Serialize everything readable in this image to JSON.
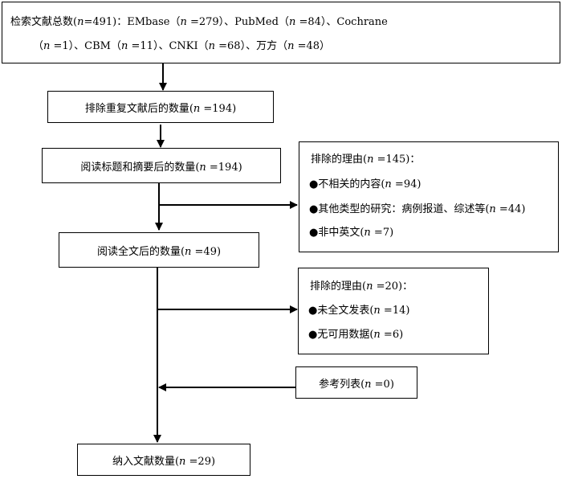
{
  "boxes": {
    "search": {
      "line1": "检索文献总数(n=491)：EMbase（n =279）、PubMed（n =84）、Cochrane",
      "line2": "（n =1）、CBM（n =11）、CNKI（n =68）、万方（n =48）"
    },
    "dedup": "排除重复文献后的数量(n =194)",
    "title_abstract": "阅读标题和摘要后的数量(n =194)",
    "fulltext": "阅读全文后的数量(n =49)",
    "included": "纳入文献数量(n =29)",
    "exclusion1": {
      "heading": "排除的理由(n =145)：",
      "items": [
        "●不相关的内容(n =94)",
        "●其他类型的研究：病例报道、综述等(n =44)",
        "●非中英文(n =7)"
      ]
    },
    "exclusion2": {
      "heading": "排除的理由(n =20)：",
      "items": [
        "●未全文发表(n =14)",
        "●无可用数据(n =6)"
      ]
    },
    "reference": "参考列表(n =0)"
  }
}
